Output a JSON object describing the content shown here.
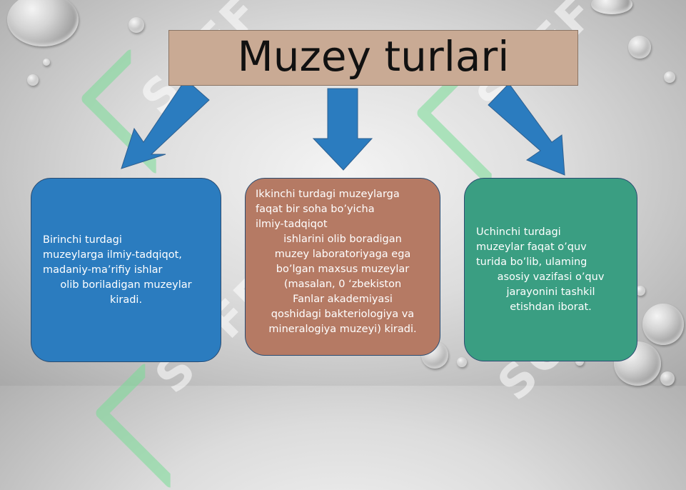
{
  "title": "Muzey turlari",
  "watermark_text": "SOFF",
  "colors": {
    "title_box": "#c9aa94",
    "arrow": "#2b7cbf",
    "card_1": "#2b7cbf",
    "card_2": "#b57a64",
    "card_3": "#3a9e82"
  },
  "cards": [
    {
      "lines_left": [
        "Birinchi turdagi",
        "muzeylarga ilmiy-tadqiqot,",
        "madaniy-ma’rifiy ishlar"
      ],
      "lines_center": [
        "olib boriladigan muzeylar",
        "kiradi."
      ]
    },
    {
      "lines_left": [
        "Ikkinchi turdagi muzeylarga",
        "faqat bir soha bo’yicha",
        "ilmiy-tadqiqot"
      ],
      "lines_center": [
        "ishlarini olib boradigan",
        "muzey laboratoriyaga ega",
        "bo’lgan maxsus muzeylar",
        "(masalan, 0 ‘zbekiston",
        "Fanlar akademiyasi",
        "qoshidagi bakteriologiya va",
        "mineralogiya muzeyi) kiradi."
      ]
    },
    {
      "lines_left": [
        "Uchinchi turdagi",
        "muzeylar faqat o’quv",
        "turida bo’lib, ulaming"
      ],
      "lines_center": [
        "asosiy vazifasi o’quv",
        "jarayonini tashkil",
        "etishdan iborat."
      ]
    }
  ]
}
